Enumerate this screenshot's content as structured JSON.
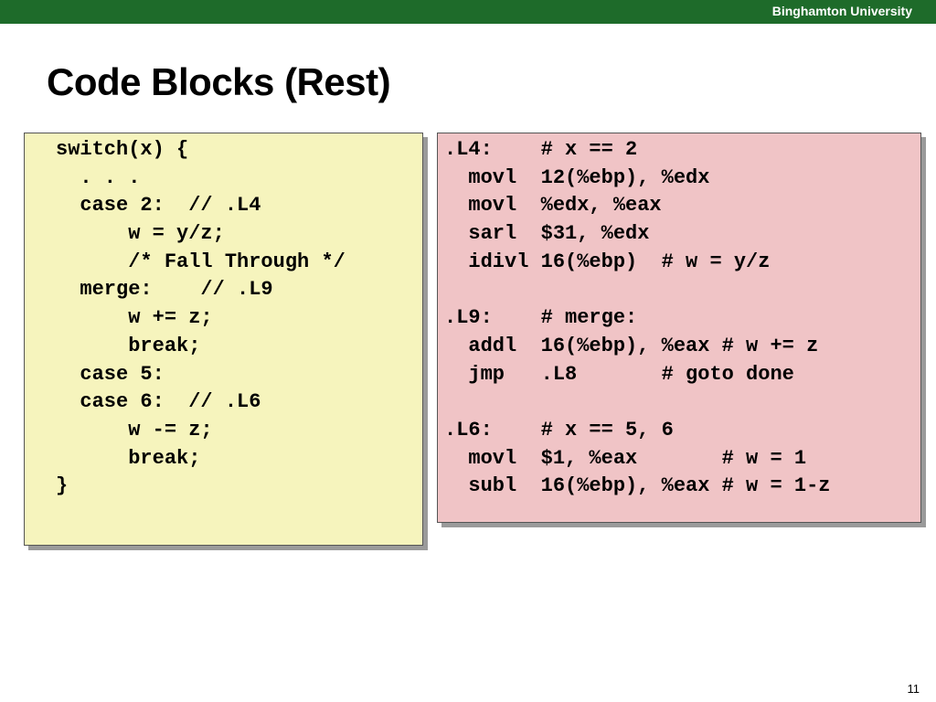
{
  "header": {
    "university": "Binghamton University"
  },
  "slide": {
    "title": "Code Blocks (Rest)",
    "page_number": "11"
  },
  "c_code": {
    "lines": [
      "switch(x) {",
      "  . . .",
      "  case 2:  // .L4",
      "      w = y/z;",
      "      /* Fall Through */",
      "  merge:    // .L9",
      "      w += z;",
      "      break;",
      "  case 5:",
      "  case 6:  // .L6",
      "      w -= z;",
      "      break;",
      "}"
    ]
  },
  "asm_code": {
    "lines": [
      ".L4:    # x == 2",
      "  movl  12(%ebp), %edx",
      "  movl  %edx, %eax",
      "  sarl  $31, %edx",
      "  idivl 16(%ebp)  # w = y/z",
      "",
      ".L9:    # merge:",
      "  addl  16(%ebp), %eax # w += z",
      "  jmp   .L8       # goto done",
      "",
      ".L6:    # x == 5, 6",
      "  movl  $1, %eax       # w = 1",
      "  subl  16(%ebp), %eax # w = 1-z"
    ]
  },
  "colors": {
    "top_bar": "#1e6b2a",
    "c_box_bg": "#f6f4bd",
    "asm_box_bg": "#f0c4c6"
  }
}
